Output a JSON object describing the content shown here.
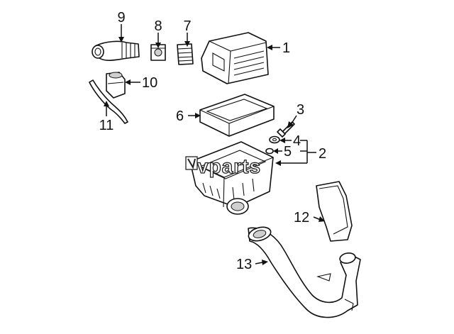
{
  "callouts": {
    "c1": "1",
    "c2": "2",
    "c3": "3",
    "c4": "4",
    "c5": "5",
    "c6": "6",
    "c7": "7",
    "c8": "8",
    "c9": "9",
    "c10": "10",
    "c11": "11",
    "c12": "12",
    "c13": "13"
  },
  "watermark": "vparts",
  "colors": {
    "line": "#111111",
    "background": "#ffffff",
    "shade": "#cfcfcf"
  }
}
